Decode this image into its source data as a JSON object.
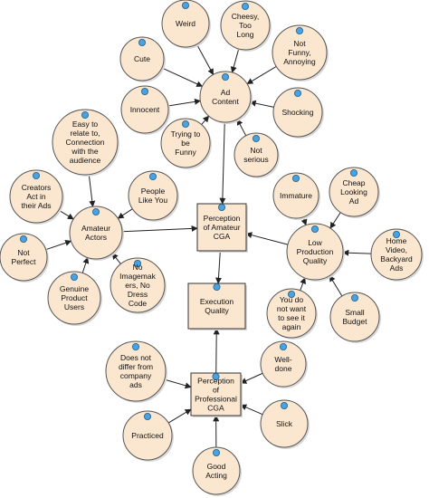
{
  "colors": {
    "node_fill": "#fbe6cf",
    "node_stroke": "#555555",
    "indicator": "#4aa3df",
    "edge": "#222222"
  },
  "nodes": {
    "weird": "Weird",
    "cheesy": "Cheesy, Too Long",
    "not_funny": "Not Funny, Annoying",
    "cute": "Cute",
    "ad_content": "Ad Content",
    "innocent": "Innocent",
    "shocking": "Shocking",
    "trying_funny": "Trying to be Funny",
    "not_serious": "Not serious",
    "easy_relate": "Easy to relate to, Connection with the audience",
    "creators": "Creators Act in their Ads",
    "people_like": "People Like You",
    "amateur_actors": "Amateur Actors",
    "not_perfect": "Not Perfect",
    "genuine_users": "Genuine Product Users",
    "no_imagemakers": "No Imagemak ers, No Dress Code",
    "perception_amateur": "Perception of Amateur CGA",
    "immature": "Immature",
    "cheap_looking": "Cheap Looking Ad",
    "low_production": "Low Production Quality",
    "home_video": "Home Video, Backyard Ads",
    "dont_want": "You do not want to see it again",
    "small_budget": "Small Budget",
    "execution_quality": "Execution Quality",
    "not_differ": "Does not differ from company ads",
    "perception_professional": "Perception of Professional CGA",
    "well_done": "Well-done",
    "practiced": "Practiced",
    "slick": "Slick",
    "good_acting": "Good Acting"
  }
}
